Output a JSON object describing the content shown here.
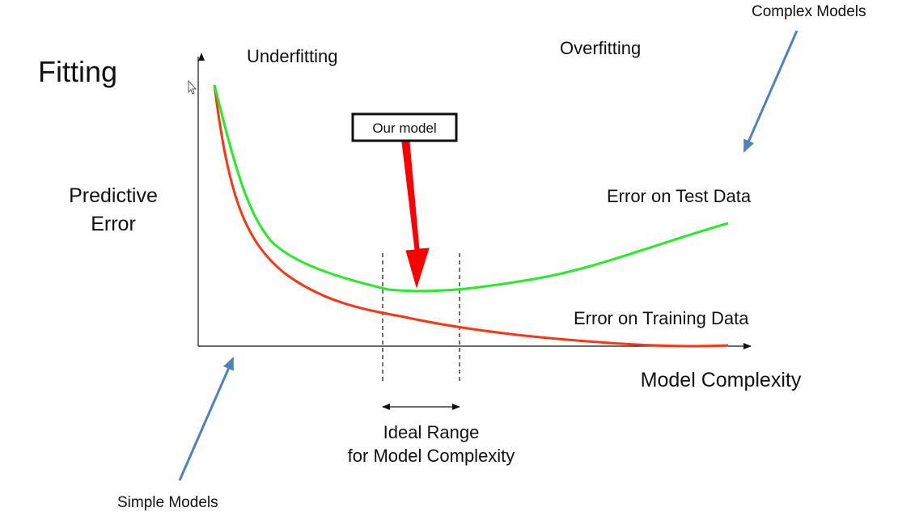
{
  "slide": {
    "title": "Fitting"
  },
  "labels": {
    "y_axis_line1": "Predictive",
    "y_axis_line2": "Error",
    "x_axis": "Model Complexity",
    "underfitting": "Underfitting",
    "overfitting": "Overfitting",
    "our_model": "Our model",
    "ideal_range_line1": "Ideal Range",
    "ideal_range_line2": "for Model Complexity",
    "simple_models": "Simple Models",
    "complex_models": "Complex Models",
    "test_curve": "Error on Test Data",
    "training_curve": "Error on Training Data"
  },
  "colors": {
    "test_curve": "#22ee22",
    "training_curve": "#ff3311",
    "pointer_arrow": "#ff0000",
    "annotation_arrow": "#4f81bd",
    "axis": "#111111"
  },
  "icons": {
    "cursor": "mouse-pointer-icon"
  }
}
